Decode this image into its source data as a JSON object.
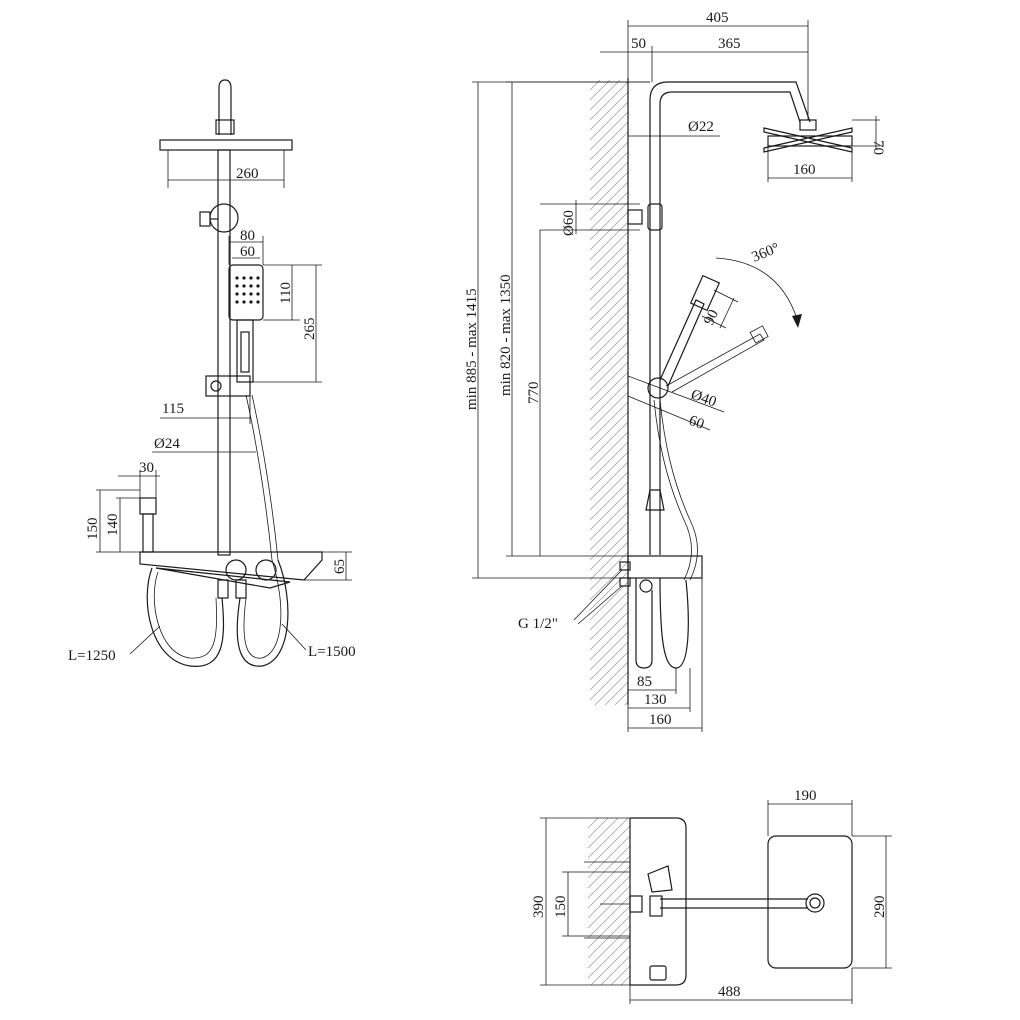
{
  "front_view": {
    "head_width": "260",
    "hand_shower_width": "80",
    "hand_shower_inner_width": "60",
    "hand_shower_head_height": "110",
    "hand_shower_height": "265",
    "holder_offset": "115",
    "rail_diameter": "Ø24",
    "spout_width": "30",
    "spout_height_outer": "150",
    "spout_height_inner": "140",
    "shelf_height": "65",
    "hose_left": "L=1250",
    "hose_right": "L=1500"
  },
  "side_view": {
    "total_reach": "405",
    "wall_offset": "50",
    "arm_reach": "365",
    "pipe_diameter": "Ø22",
    "head_height": "70",
    "head_width": "160",
    "bracket_diameter": "Ø60",
    "rotation": "360°",
    "hand_angle_dim": "90",
    "holder_diameter": "Ø40",
    "holder_depth": "60",
    "height_total": "min 885 - max 1415",
    "height_rail": "min 820 - max 1350",
    "height_holder": "770",
    "connection": "G 1/2\"",
    "depth_a": "85",
    "depth_b": "130",
    "depth_c": "160"
  },
  "top_view": {
    "head_depth": "190",
    "head_width": "290",
    "unit_width": "390",
    "inlet_spacing": "150",
    "total_depth": "488"
  }
}
